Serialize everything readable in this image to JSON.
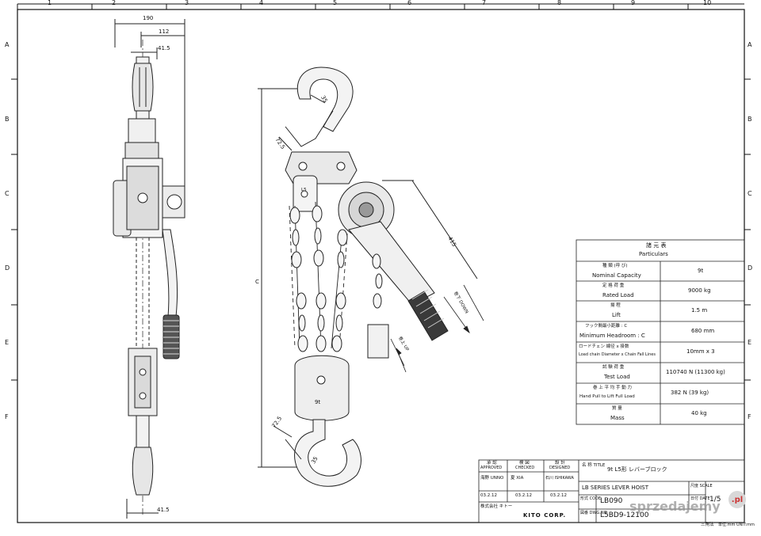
{
  "zones": {
    "cols": [
      "1",
      "2",
      "3",
      "4",
      "5",
      "6",
      "7",
      "8",
      "9",
      "10"
    ],
    "rows": [
      "A",
      "B",
      "C",
      "D",
      "E",
      "F"
    ]
  },
  "dimensions": {
    "side_width_overall": "190",
    "side_width_mid": "112",
    "side_width_hook": "41.5",
    "side_width_bottom": "41.5",
    "hook_top_35": "35",
    "hook_top_72": "72.5",
    "hook_bottom_72": "72.5",
    "hook_bottom_35": "35",
    "lever_length": "415",
    "headroom": "C"
  },
  "labels": {
    "direction_down": "巻下 DOWN",
    "direction_up": "巻上 UP",
    "top_block_mark": "L5",
    "bottom_block_mark": "9t"
  },
  "specs": {
    "header_jp": "諸 元 表",
    "header_en": "Particulars",
    "rows": [
      {
        "jp": "種 類 (呼 び)",
        "en": "Nominal Capacity",
        "value": "9t"
      },
      {
        "jp": "定 格 荷 重",
        "en": "Rated Load",
        "value": "9000 kg"
      },
      {
        "jp": "揚 程",
        "en": "Lift",
        "value": "1.5 m"
      },
      {
        "jp": "フック間最小距離 : C",
        "en": "Minimum Headroom : C",
        "value": "680 mm"
      },
      {
        "jp": "ロードチェン 線径 x 掛数",
        "en": "Load chain Diameter x Chain Fall Lines",
        "value": "10mm x 3"
      },
      {
        "jp": "試 験 荷 重",
        "en": "Test Load",
        "value": "110740 N (11300 kg)"
      },
      {
        "jp": "巻 上 平 均 手 動 力",
        "en": "Hand Pull to Lift Full Load",
        "value": "382 N (39 kg)"
      },
      {
        "jp": "質 量",
        "en": "Mass",
        "value": "40 kg"
      }
    ]
  },
  "title_block": {
    "approved_jp": "承 認",
    "approved_en": "APPROVED",
    "checked_jp": "検 図",
    "checked_en": "CHECKED",
    "designed_jp": "設 計",
    "designed_en": "DESIGNED",
    "approved_name": "海野 UNNO",
    "checked_name": "夏 XIA",
    "designed_name": "石川 ISHIKAWA",
    "approved_date": "03.2.12",
    "checked_date": "03.2.12",
    "designed_date": "03.2.12",
    "title_label": "名 称 TITLE",
    "title_jp": "9t L5形 レバーブロック",
    "title_en": "LB SERIES LEVER HOIST",
    "code_label": "形式 CODE",
    "code_value": "LB090",
    "dwg_label": "図番 DWG.NO.",
    "dwg_value": "L5BD9-12100",
    "scale_label": "尺度 SCALE",
    "scale_value": "1/5",
    "date_label": "日付 DATE",
    "company_jp": "株式会社 キトー",
    "company_en": "KITO CORP.",
    "projection": "三角法",
    "unit": "単位:mm UNIT:mm"
  },
  "watermark": {
    "text": "sprzedajemy",
    "suffix": ".pl"
  }
}
